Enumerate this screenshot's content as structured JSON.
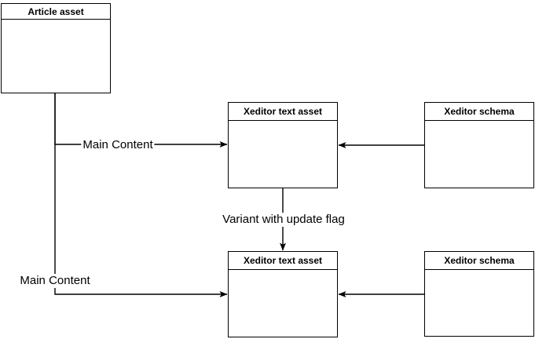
{
  "diagram": {
    "background_color": "#ffffff",
    "stroke_color": "#000000",
    "text_color": "#000000",
    "nodes": [
      {
        "id": "article-asset",
        "title": "Article asset"
      },
      {
        "id": "xeditor-text-asset-top",
        "title": "Xeditor text asset"
      },
      {
        "id": "xeditor-schema-top",
        "title": "Xeditor schema"
      },
      {
        "id": "xeditor-text-asset-bottom",
        "title": "Xeditor text asset"
      },
      {
        "id": "xeditor-schema-bottom",
        "title": "Xeditor schema"
      }
    ],
    "edges": [
      {
        "from": "article-asset",
        "to": "xeditor-text-asset-top",
        "label": "Main Content"
      },
      {
        "from": "article-asset",
        "to": "xeditor-text-asset-bottom",
        "label": "Main Content"
      },
      {
        "from": "xeditor-schema-top",
        "to": "xeditor-text-asset-top",
        "label": ""
      },
      {
        "from": "xeditor-text-asset-top",
        "to": "xeditor-text-asset-bottom",
        "label": "Variant with update flag"
      },
      {
        "from": "xeditor-schema-bottom",
        "to": "xeditor-text-asset-bottom",
        "label": ""
      }
    ]
  }
}
